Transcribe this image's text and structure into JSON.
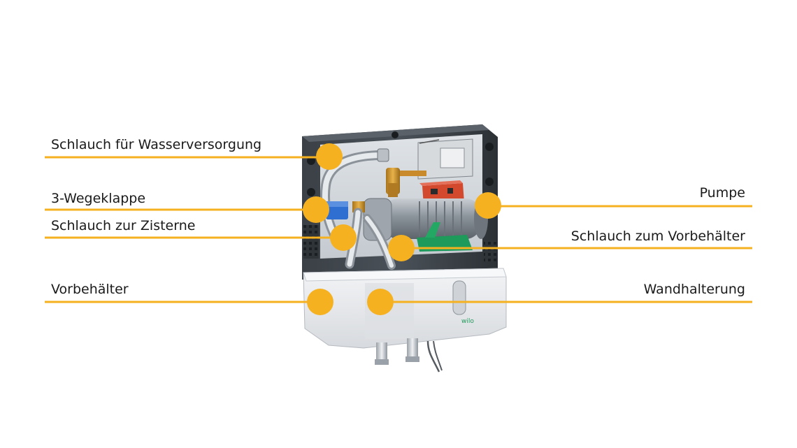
{
  "callouts": {
    "water_supply_hose": "Schlauch für Wasserversorgung",
    "three_way_valve": "3-Wegeklappe",
    "cistern_hose": "Schlauch zur Zisterne",
    "pre_tank": "Vorbehälter",
    "pump": "Pumpe",
    "pre_tank_hose": "Schlauch zum Vorbehälter",
    "wall_mount": "Wandhalterung"
  },
  "device": {
    "brand_mark": "wilo"
  },
  "colors": {
    "callout_accent": "#F5B120",
    "housing_dark": "#2e3338",
    "tank": "#e9ebee",
    "pump_green": "#1e9a5a",
    "valve_blue": "#2f6fd1",
    "brass": "#d69a2e",
    "terminal_red": "#d3492e"
  }
}
